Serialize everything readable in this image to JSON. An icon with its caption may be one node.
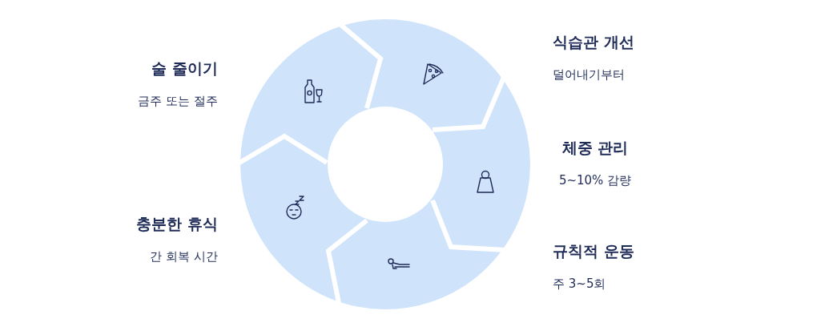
{
  "diagram": {
    "nodes": [
      {
        "text": [
          "식습관 개선",
          "덜어내기부터"
        ]
      },
      {
        "text": [
          "술 줄이기",
          "금주 또는 절주"
        ]
      },
      {
        "text": [
          "체중 관리",
          "5~10% 감량"
        ]
      },
      {
        "text": [
          "충분한 휴식",
          "간 회복 시간"
        ]
      },
      {
        "text": [
          "규칙적 운동",
          "주 3~5회"
        ]
      }
    ]
  }
}
